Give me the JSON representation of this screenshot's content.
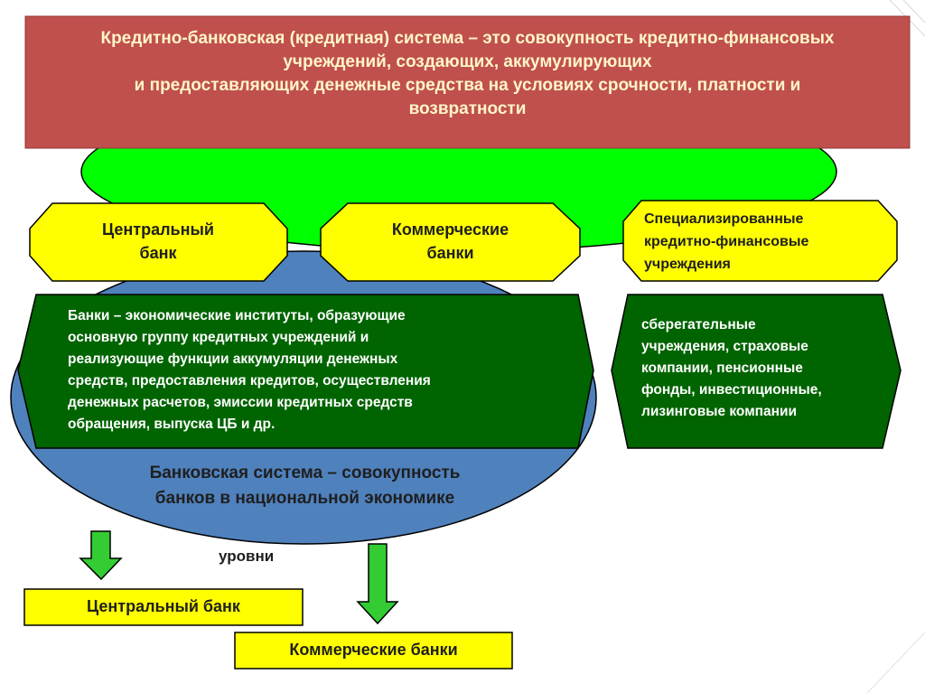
{
  "definition": {
    "lines": [
      "Кредитно-банковская (кредитная) система – это совокупность кредитно-финансовых",
      "учреждений, создающих, аккумулирующих",
      "и предоставляющих денежные средства на условиях срочности, платности и",
      "возвратности"
    ]
  },
  "categories": {
    "central_bank": [
      "Центральный",
      "банк"
    ],
    "commercial_banks": [
      "Коммерческие",
      "банки"
    ],
    "specialized": [
      "Специализированные",
      "кредитно-финансовые",
      "учреждения"
    ]
  },
  "banks_definition": [
    "Банки – экономические институты, образующие",
    "основную группу кредитных учреждений  и",
    "реализующие функции аккумуляции денежных",
    "средств, предоставления кредитов, осуществления",
    "денежных расчетов, эмиссии кредитных средств",
    "обращения, выпуска ЦБ и др."
  ],
  "specialized_examples": [
    "сберегательные",
    "учреждения, страховые",
    "компании, пенсионные",
    "фонды, инвестиционные,",
    "лизинговые компании"
  ],
  "banking_system": [
    "Банковская система – совокупность",
    "банков в национальной экономике"
  ],
  "levels": {
    "caption": "уровни",
    "level1": "Центральный банк",
    "level2": "Коммерческие банки"
  },
  "colors": {
    "title_bg": "#c0504d",
    "title_text": "#fff5c8",
    "green_blob": "#00ff00",
    "blue_oval": "#4f81bd",
    "yellow": "#ffff00",
    "dark_green": "#006400",
    "arrow_green": "#33cc33"
  }
}
